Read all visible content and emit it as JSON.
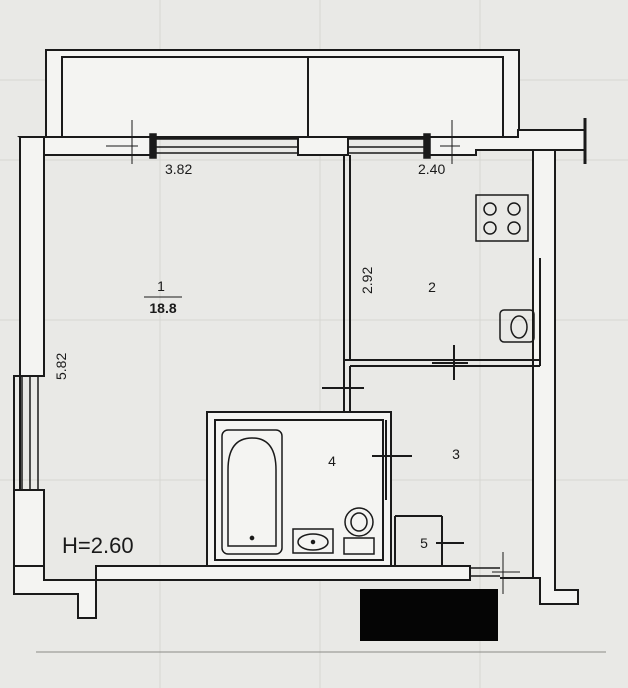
{
  "rooms": [
    {
      "number": "1",
      "area": "18.8"
    },
    {
      "number": "2"
    },
    {
      "number": "3"
    },
    {
      "number": "4"
    },
    {
      "number": "5"
    }
  ],
  "dimensions": {
    "room1_width": "3.82",
    "room1_depth": "5.82",
    "room2_width": "2.40",
    "room2_depth": "2.92"
  },
  "ceiling_height": "H=2.60",
  "colors": {
    "wall": "#1a1a1a",
    "wall_fill": "#f4f4f2",
    "background": "#e9e9e6",
    "redaction": "#050505"
  }
}
